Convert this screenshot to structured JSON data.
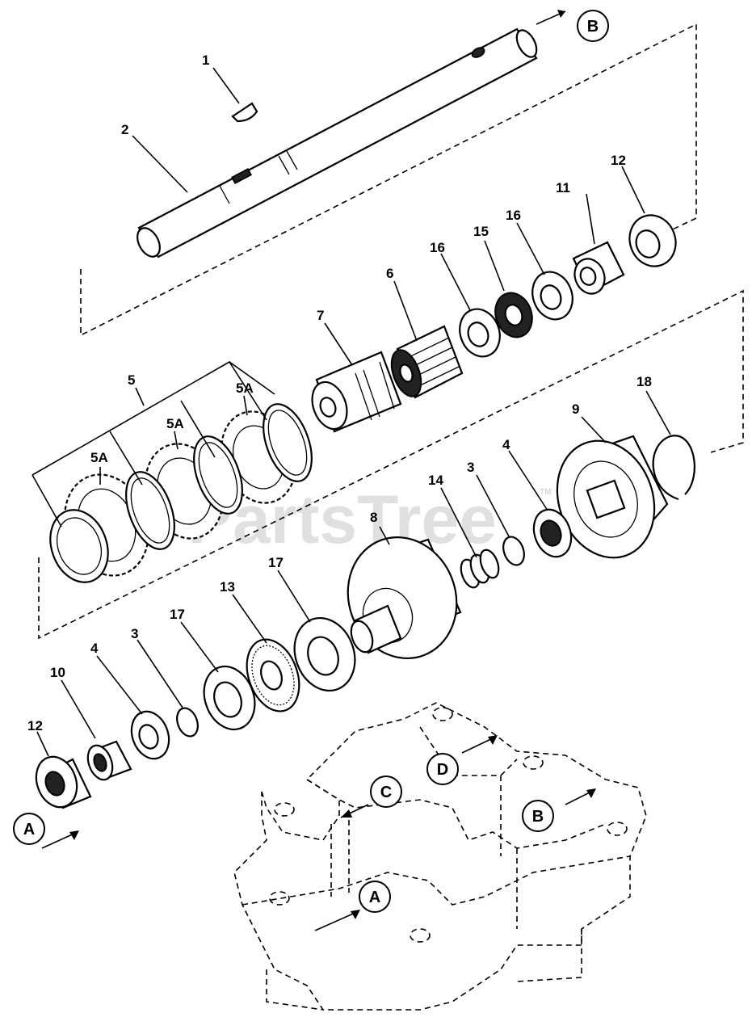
{
  "watermark": "PartsTree",
  "watermark_mark": "TM",
  "part_labels": {
    "p1": "1",
    "p2": "2",
    "p3a": "3",
    "p3b": "3",
    "p4a": "4",
    "p4b": "4",
    "p5": "5",
    "p5a1": "5A",
    "p5a2": "5A",
    "p5a3": "5A",
    "p6": "6",
    "p7": "7",
    "p8": "8",
    "p9": "9",
    "p10": "10",
    "p11": "11",
    "p12a": "12",
    "p12b": "12",
    "p13": "13",
    "p14": "14",
    "p15": "15",
    "p16a": "16",
    "p16b": "16",
    "p17a": "17",
    "p17b": "17",
    "p18": "18"
  },
  "ref_markers": {
    "b_top": "B",
    "a_left": "A",
    "c_housing": "C",
    "d_housing": "D",
    "b_housing": "B",
    "a_housing": "A"
  }
}
